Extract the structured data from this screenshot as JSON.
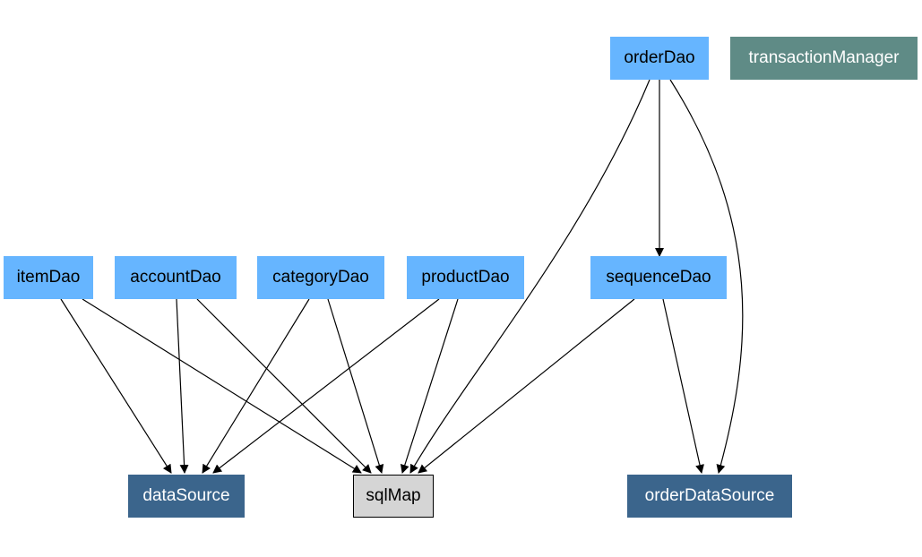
{
  "nodes": {
    "orderDao": {
      "label": "orderDao",
      "kind": "dao"
    },
    "transactionManager": {
      "label": "transactionManager",
      "kind": "tx"
    },
    "itemDao": {
      "label": "itemDao",
      "kind": "dao"
    },
    "accountDao": {
      "label": "accountDao",
      "kind": "dao"
    },
    "categoryDao": {
      "label": "categoryDao",
      "kind": "dao"
    },
    "productDao": {
      "label": "productDao",
      "kind": "dao"
    },
    "sequenceDao": {
      "label": "sequenceDao",
      "kind": "dao"
    },
    "dataSource": {
      "label": "dataSource",
      "kind": "datasource"
    },
    "sqlMap": {
      "label": "sqlMap",
      "kind": "sqlmap"
    },
    "orderDataSource": {
      "label": "orderDataSource",
      "kind": "datasource"
    }
  },
  "edges": [
    {
      "from": "itemDao",
      "to": "dataSource"
    },
    {
      "from": "itemDao",
      "to": "sqlMap"
    },
    {
      "from": "accountDao",
      "to": "dataSource"
    },
    {
      "from": "accountDao",
      "to": "sqlMap"
    },
    {
      "from": "categoryDao",
      "to": "dataSource"
    },
    {
      "from": "categoryDao",
      "to": "sqlMap"
    },
    {
      "from": "productDao",
      "to": "dataSource"
    },
    {
      "from": "productDao",
      "to": "sqlMap"
    },
    {
      "from": "sequenceDao",
      "to": "sqlMap"
    },
    {
      "from": "sequenceDao",
      "to": "orderDataSource"
    },
    {
      "from": "orderDao",
      "to": "sqlMap"
    },
    {
      "from": "orderDao",
      "to": "sequenceDao"
    },
    {
      "from": "orderDao",
      "to": "orderDataSource"
    }
  ],
  "colors": {
    "dao": "#66b5ff",
    "datasource": "#3b658c",
    "transaction_manager": "#5f8b86",
    "sqlmap": "#d5d5d5",
    "edge": "#000000"
  }
}
